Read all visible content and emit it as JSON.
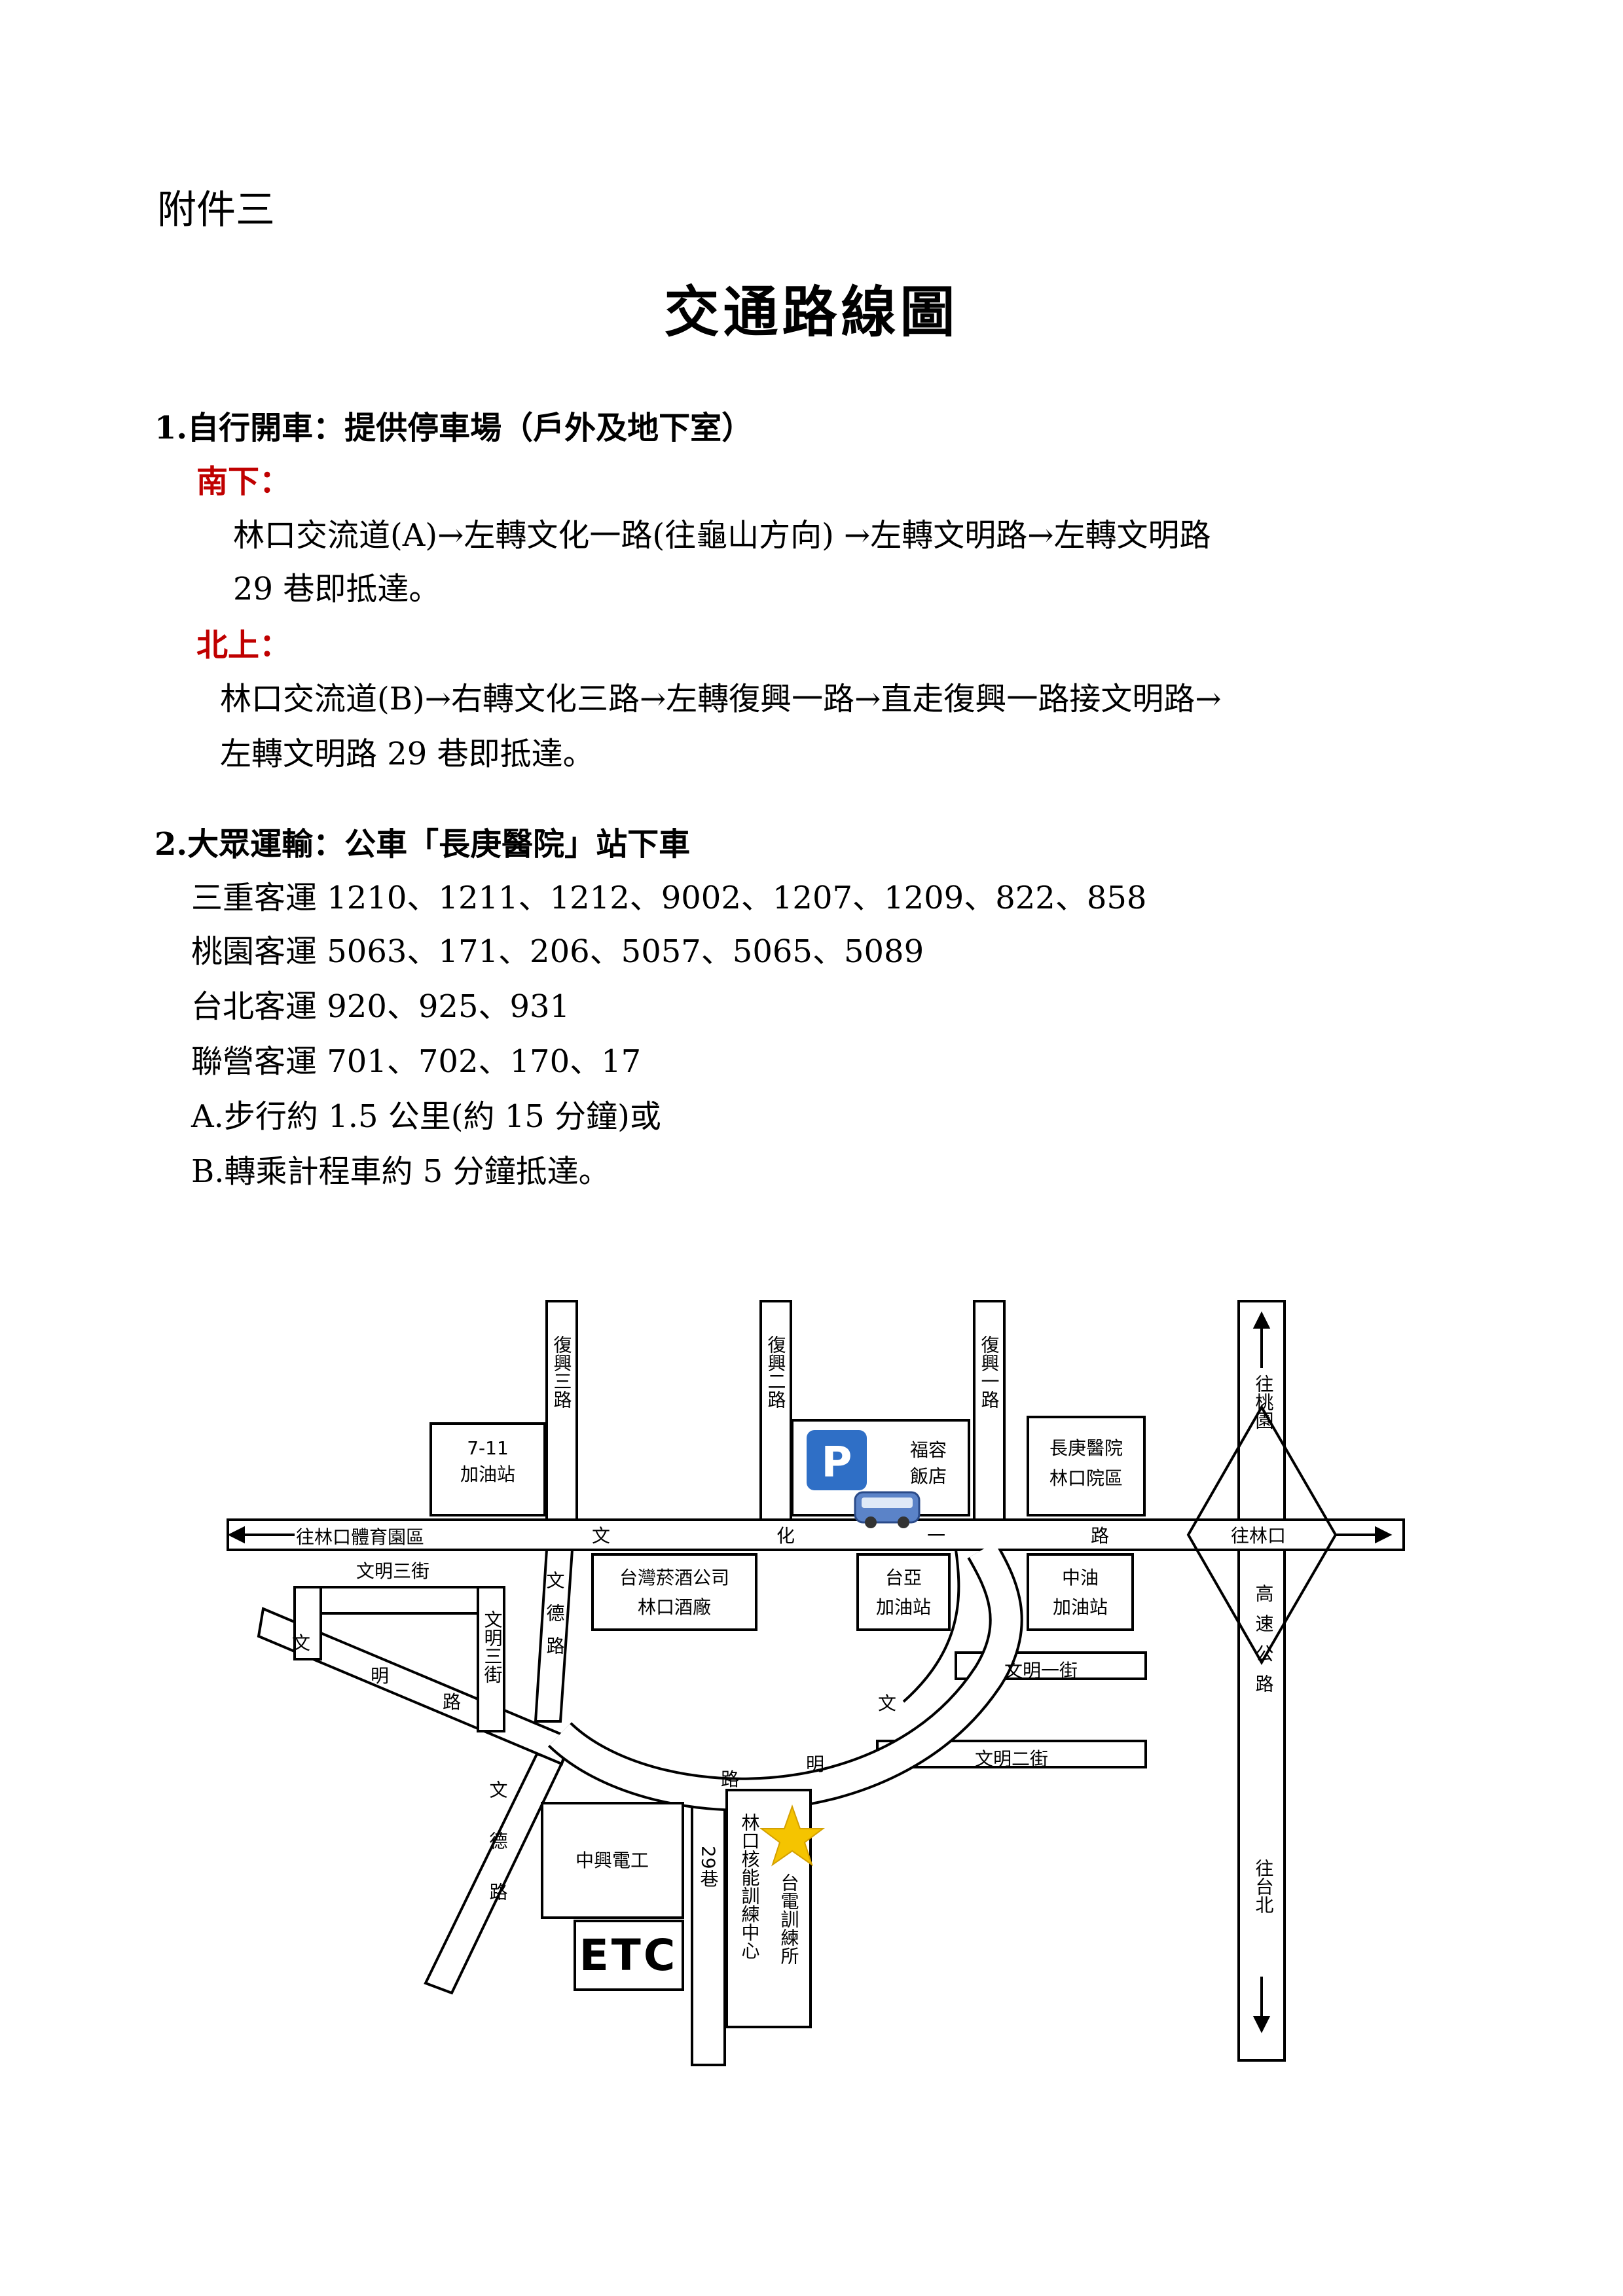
{
  "annex": "附件三",
  "title": "交通路線圖",
  "section1": {
    "heading": "1.自行開車：提供停車場（戶外及地下室）",
    "south_label": "南下：",
    "south_line1": "林口交流道(A)→左轉文化一路(往龜山方向) →左轉文明路→左轉文明路",
    "south_line2": "29 巷即抵達。",
    "north_label": "北上：",
    "north_line1": "林口交流道(B)→右轉文化三路→左轉復興一路→直走復興一路接文明路→",
    "north_line2": "左轉文明路 29 巷即抵達。"
  },
  "section2": {
    "heading": "2.大眾運輸：公車「長庚醫院」站下車",
    "lines": [
      "三重客運 1210、1211、1212、9002、1207、1209、822、858",
      "桃園客運 5063、171、206、5057、5065、5089",
      "台北客運 920、925、931",
      "聯營客運 701、702、170、17",
      "A.步行約 1.5 公里(約 15 分鐘)或",
      "B.轉乘計程車約 5 分鐘抵達。"
    ]
  },
  "map": {
    "roads": {
      "fuxing3": "復興三路",
      "fuxing2": "復興二路",
      "fuxing1": "復興一路",
      "wenhua": [
        "文",
        "化",
        "一",
        "路"
      ],
      "to_linkou_sports": "往林口體育園區",
      "to_linkou": "往林口",
      "to_taoyuan": "往桃園",
      "to_taipei": "往台北",
      "highway": "高速公路",
      "wende_upper": "文德路",
      "wende_lower": "文德路",
      "wenming3_h": "文明三街",
      "wenming3_v": "文明三街",
      "wenming_left": [
        "文",
        "明",
        "路"
      ],
      "wenming_curve": [
        "文",
        "明",
        "路"
      ],
      "wenming1": "文明一街",
      "wenming2": "文明二街",
      "lane29": "29巷"
    },
    "places": {
      "seven_eleven_1": "7-11",
      "seven_eleven_2": "加油站",
      "parking": "P",
      "fuyung_1": "福容",
      "fuyung_2": "飯店",
      "cgmh_1": "長庚醫院",
      "cgmh_2": "林口院區",
      "tobacco_1": "台灣菸酒公司",
      "tobacco_2": "林口酒廠",
      "formosa_1": "台亞",
      "formosa_2": "加油站",
      "cpc_1": "中油",
      "cpc_2": "加油站",
      "chunghsing": "中興電工",
      "etc": "ETC",
      "taipower": "台電訓練所",
      "nuclear": "林口核能訓練中心"
    },
    "colors": {
      "star": "#f5c400",
      "parking_bg": "#2f6fc6",
      "bus": "#5b83c8"
    }
  }
}
